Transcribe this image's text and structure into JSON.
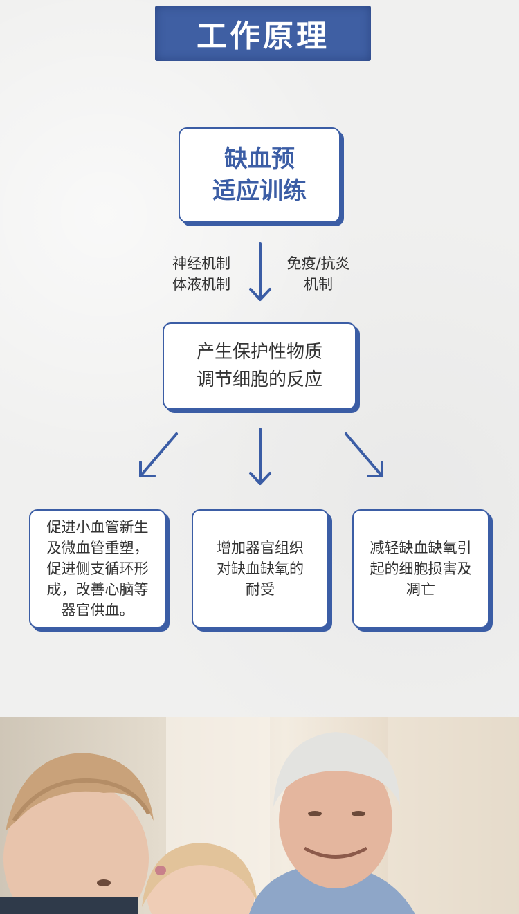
{
  "title": "工作原理",
  "top_box": {
    "line1": "缺血预",
    "line2": "适应训练"
  },
  "arrow_labels": {
    "left": {
      "line1": "神经机制",
      "line2": "体液机制"
    },
    "right": {
      "line1": "免疫/抗炎",
      "line2": "机制"
    }
  },
  "middle_box": {
    "line1": "产生保护性物质",
    "line2": "调节细胞的反应"
  },
  "outcomes": [
    {
      "lines": [
        "促进小血管新生",
        "及微血管重塑，",
        "促进侧支循环形",
        "成，改善心脑等",
        "器官供血。"
      ]
    },
    {
      "lines": [
        "增加器官组织",
        "对缺血缺氧的",
        "耐受"
      ]
    },
    {
      "lines": [
        "减轻缺血缺氧引",
        "起的细胞损害及",
        "凋亡"
      ]
    }
  ],
  "colors": {
    "accent": "#3b5da5",
    "banner": "#3f5fa3",
    "paper": "#f0f0ef"
  },
  "photo": {
    "subject": "elderly-man-with-children"
  }
}
